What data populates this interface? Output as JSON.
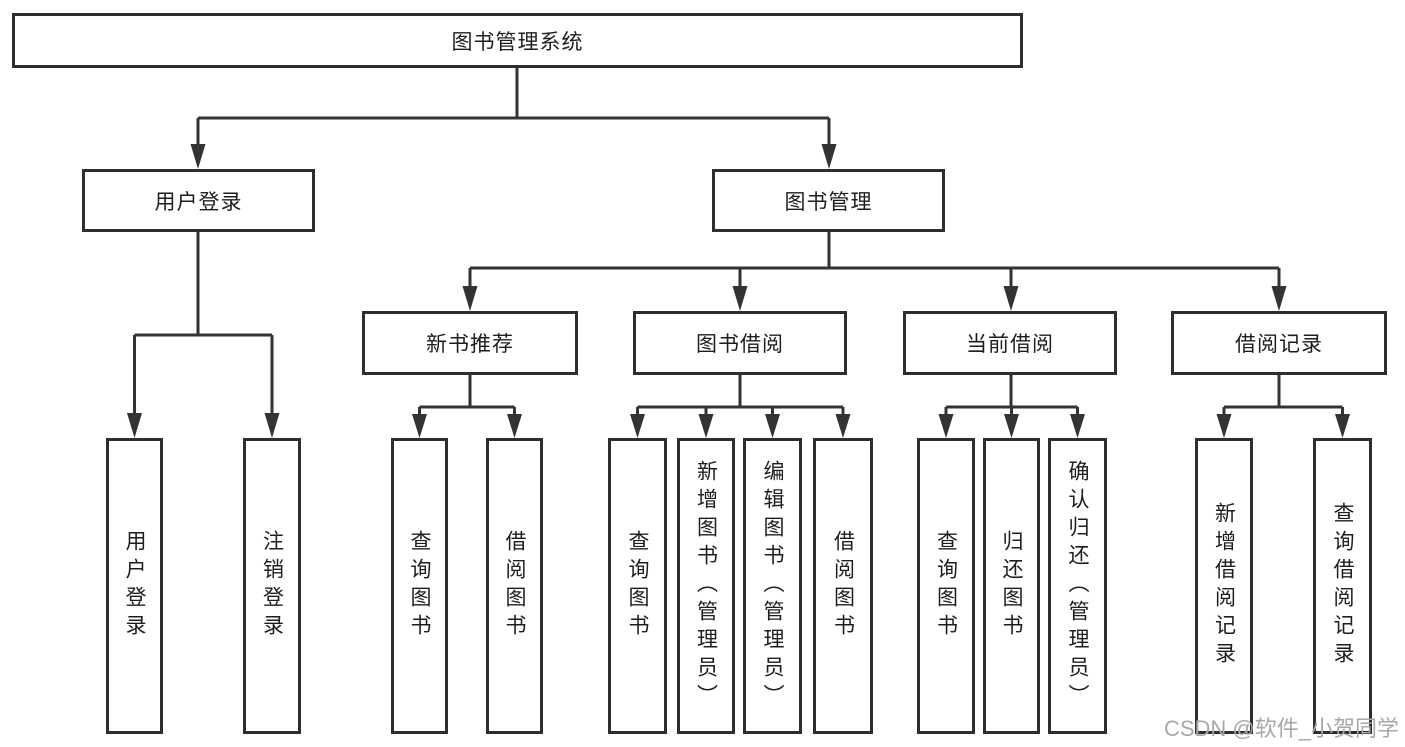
{
  "diagram_title": "图书管理系统",
  "watermark": "CSDN @软件_小贺同学",
  "colors": {
    "line": "#333333",
    "box_border": "#2e2e2e",
    "text": "#1e1e1e",
    "watermark": "#a7a7ac",
    "background": "#ffffff"
  },
  "nodes": {
    "root": {
      "label": "图书管理系统"
    },
    "user_login": {
      "label": "用户登录"
    },
    "book_mgmt": {
      "label": "图书管理"
    },
    "new_book_rec": {
      "label": "新书推荐"
    },
    "book_borrow": {
      "label": "图书借阅"
    },
    "current_borrow": {
      "label": "当前借阅"
    },
    "borrow_record": {
      "label": "借阅记录"
    },
    "leaf_user_login": {
      "label": "用户登录"
    },
    "leaf_logout": {
      "label": "注销登录"
    },
    "leaf_query_book_rec": {
      "label": "查询图书"
    },
    "leaf_borrow_book_rec": {
      "label": "借阅图书"
    },
    "leaf_query_book_borrow": {
      "label": "查询图书"
    },
    "leaf_add_book": {
      "label": "新增图书（管理员）"
    },
    "leaf_edit_book": {
      "label": "编辑图书（管理员）"
    },
    "leaf_borrow_book": {
      "label": "借阅图书"
    },
    "leaf_query_book_current": {
      "label": "查询图书"
    },
    "leaf_return_book": {
      "label": "归还图书"
    },
    "leaf_confirm_return": {
      "label": "确认归还（管理员）"
    },
    "leaf_add_borrow_record": {
      "label": "新增借阅记录"
    },
    "leaf_query_borrow_record": {
      "label": "查询借阅记录"
    }
  }
}
